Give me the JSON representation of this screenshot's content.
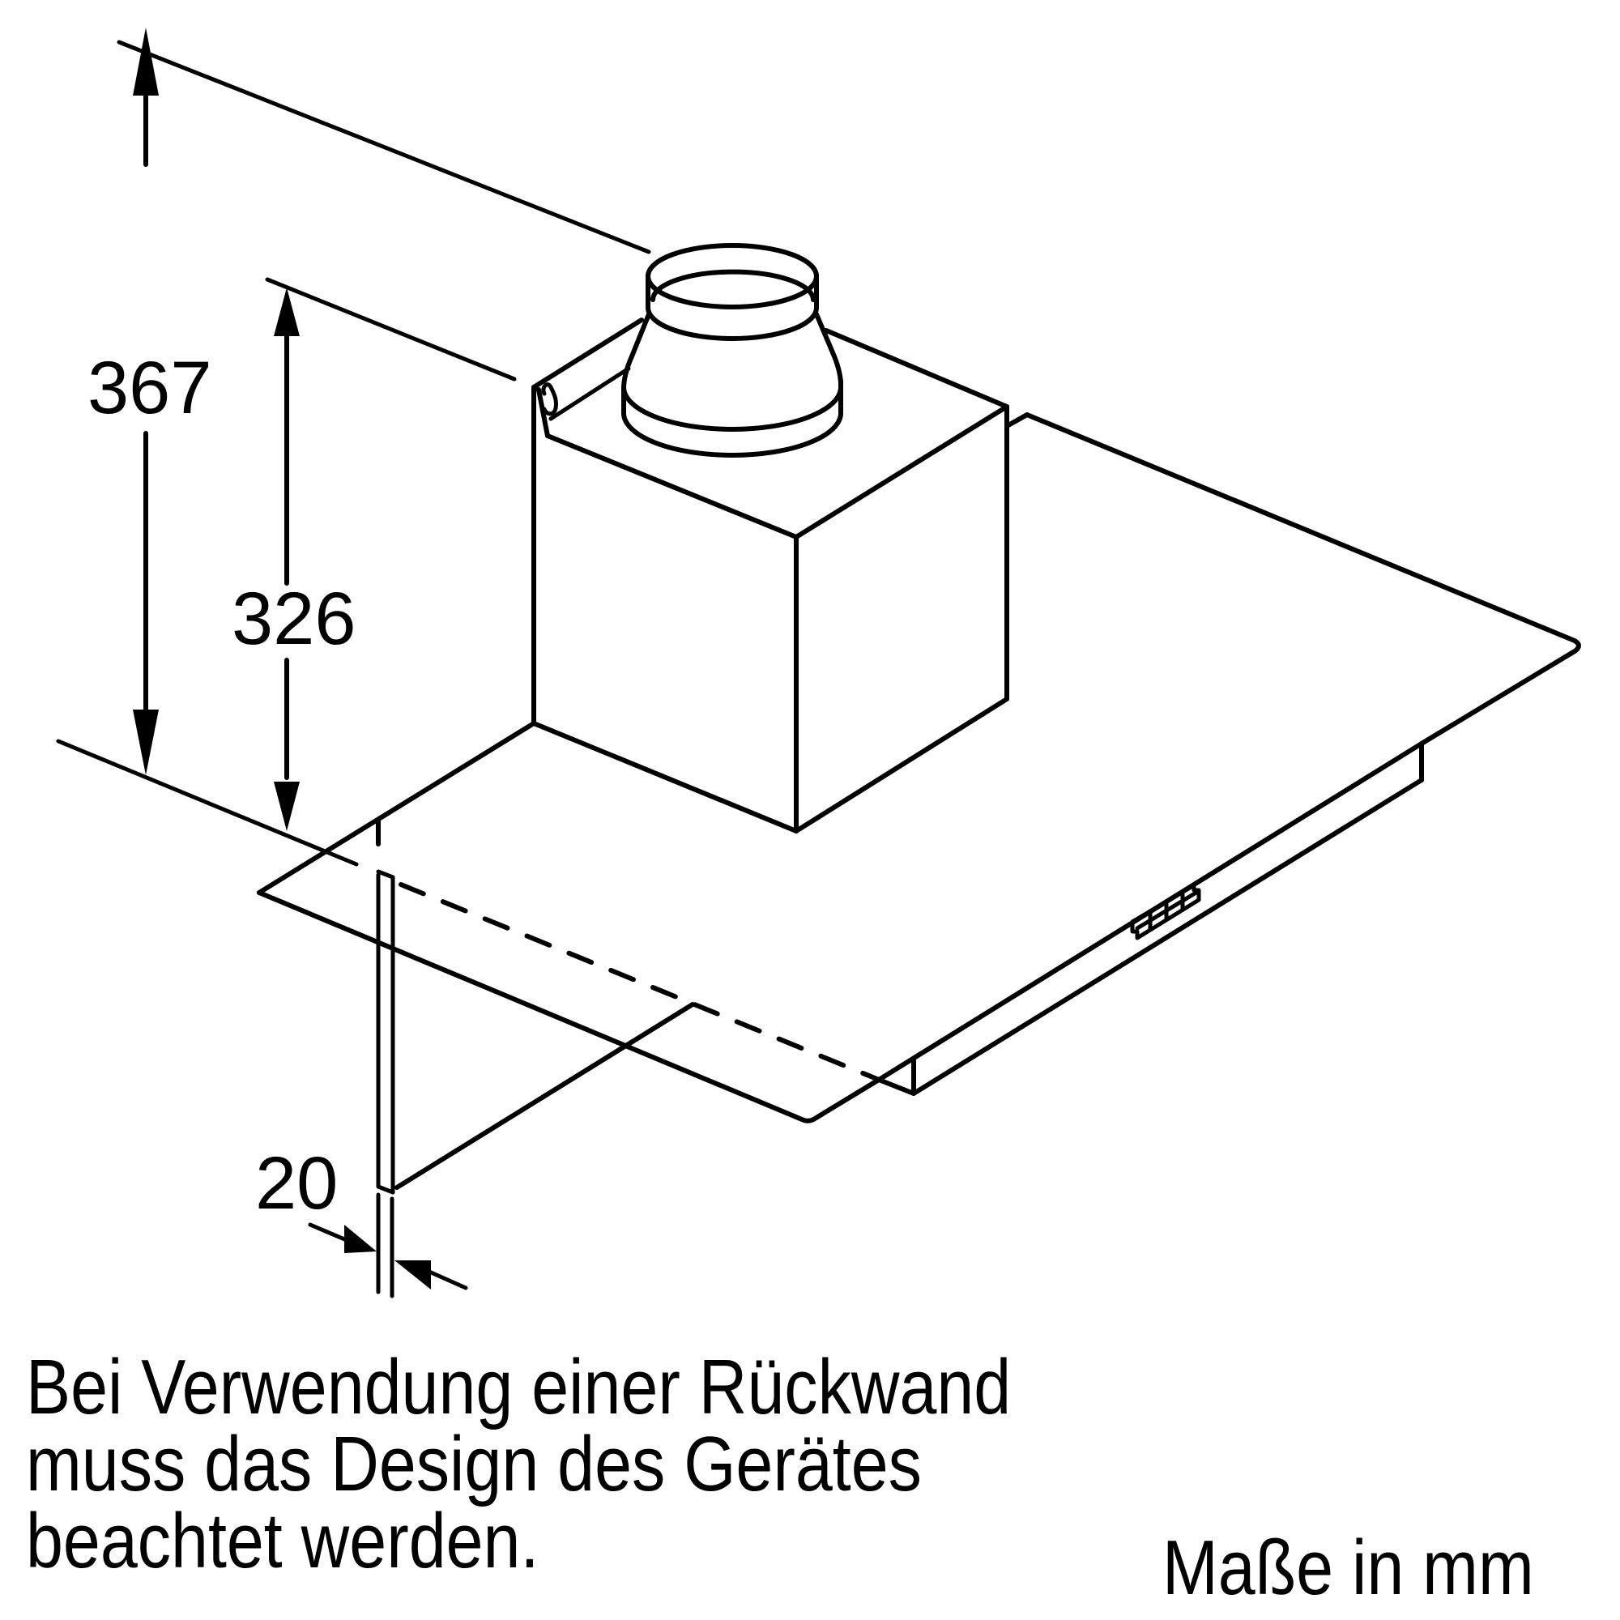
{
  "diagram": {
    "subject": "wall-mounted cooker hood with rear wall panel",
    "dimensions": {
      "total_height": "367",
      "chimney_height": "326",
      "rear_wall_thickness": "20"
    },
    "note_lines": [
      "Bei Verwendung einer Rückwand",
      "muss das Design des Gerätes",
      "beachtet werden."
    ],
    "units_label": "Maße in mm",
    "colors": {
      "line": "#000000",
      "background": "#ffffff"
    }
  }
}
